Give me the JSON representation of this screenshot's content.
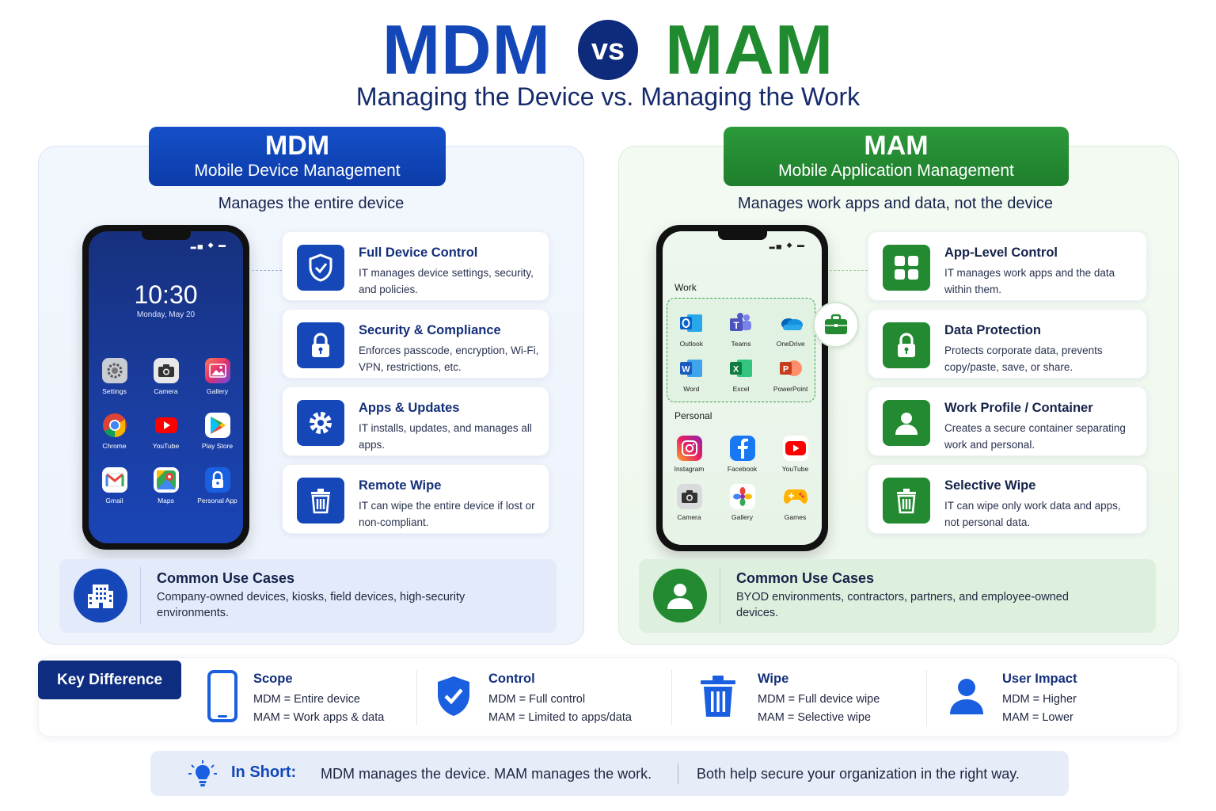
{
  "header": {
    "left_title": "MDM",
    "vs": "vs",
    "right_title": "MAM",
    "subtitle": "Managing the Device vs. Managing the Work"
  },
  "mdm": {
    "title": "MDM",
    "subtitle": "Mobile Device Management",
    "tagline": "Manages the entire device",
    "phone": {
      "time": "10:30",
      "date": "Monday, May 20",
      "apps": [
        {
          "label": "Settings",
          "icon": "gear-icon"
        },
        {
          "label": "Camera",
          "icon": "camera-icon"
        },
        {
          "label": "Gallery",
          "icon": "gallery-icon"
        },
        {
          "label": "Chrome",
          "icon": "chrome-icon"
        },
        {
          "label": "YouTube",
          "icon": "youtube-icon"
        },
        {
          "label": "Play Store",
          "icon": "play-store-icon"
        },
        {
          "label": "Gmail",
          "icon": "gmail-icon"
        },
        {
          "label": "Maps",
          "icon": "maps-icon"
        },
        {
          "label": "Personal App",
          "icon": "lock-icon"
        }
      ]
    },
    "features": [
      {
        "title": "Full Device Control",
        "desc": "IT manages device settings, security, and policies.",
        "icon": "shield-check-icon"
      },
      {
        "title": "Security & Compliance",
        "desc": "Enforces passcode, encryption, Wi-Fi, VPN, restrictions, etc.",
        "icon": "lock-icon"
      },
      {
        "title": "Apps & Updates",
        "desc": "IT installs, updates, and manages all apps.",
        "icon": "gear-icon"
      },
      {
        "title": "Remote Wipe",
        "desc": "IT can wipe the entire device if lost or non-compliant.",
        "icon": "trash-icon"
      }
    ],
    "use_cases": {
      "title": "Common Use Cases",
      "desc": "Company-owned devices, kiosks, field devices, high-security environments.",
      "icon": "building-icon"
    }
  },
  "mam": {
    "title": "MAM",
    "subtitle": "Mobile Application Management",
    "tagline": "Manages work apps and data, not the device",
    "phone": {
      "work_label": "Work",
      "personal_label": "Personal",
      "work_apps": [
        {
          "label": "Outlook",
          "icon": "outlook-icon"
        },
        {
          "label": "Teams",
          "icon": "teams-icon"
        },
        {
          "label": "OneDrive",
          "icon": "onedrive-icon"
        },
        {
          "label": "Word",
          "icon": "word-icon"
        },
        {
          "label": "Excel",
          "icon": "excel-icon"
        },
        {
          "label": "PowerPoint",
          "icon": "powerpoint-icon"
        }
      ],
      "personal_apps": [
        {
          "label": "Instagram",
          "icon": "instagram-icon"
        },
        {
          "label": "Facebook",
          "icon": "facebook-icon"
        },
        {
          "label": "YouTube",
          "icon": "youtube-icon"
        },
        {
          "label": "Camera",
          "icon": "camera-icon"
        },
        {
          "label": "Gallery",
          "icon": "gallery-icon"
        },
        {
          "label": "Games",
          "icon": "gamepad-icon"
        }
      ]
    },
    "features": [
      {
        "title": "App-Level Control",
        "desc": "IT manages work apps and the data within them.",
        "icon": "apps-grid-icon"
      },
      {
        "title": "Data Protection",
        "desc": "Protects corporate data, prevents copy/paste, save, or share.",
        "icon": "lock-icon"
      },
      {
        "title": "Work Profile / Container",
        "desc": "Creates a secure container separating work and personal.",
        "icon": "user-icon"
      },
      {
        "title": "Selective Wipe",
        "desc": "IT can wipe only work data and apps, not personal data.",
        "icon": "trash-icon"
      }
    ],
    "use_cases": {
      "title": "Common Use Cases",
      "desc": "BYOD environments, contractors, partners, and employee-owned devices.",
      "icon": "user-icon"
    }
  },
  "key_difference": {
    "label": "Key Difference",
    "items": [
      {
        "title": "Scope",
        "mdm": "MDM = Entire device",
        "mam": "MAM = Work apps & data",
        "icon": "phone-icon"
      },
      {
        "title": "Control",
        "mdm": "MDM = Full control",
        "mam": "MAM = Limited to apps/data",
        "icon": "shield-check-icon"
      },
      {
        "title": "Wipe",
        "mdm": "MDM = Full device wipe",
        "mam": "MAM =  Selective wipe",
        "icon": "trash-icon"
      },
      {
        "title": "User Impact",
        "mdm": "MDM = Higher",
        "mam": "MAM = Lower",
        "icon": "user-icon"
      }
    ]
  },
  "in_short": {
    "label": "In Short:",
    "text1": "MDM manages the device. MAM manages the work.",
    "text2": "Both help secure your organization in the right way.",
    "icon": "lightbulb-icon"
  },
  "colors": {
    "mdm_blue": "#1347b8",
    "mam_green": "#1f8a2e",
    "navy": "#0e2d80"
  }
}
